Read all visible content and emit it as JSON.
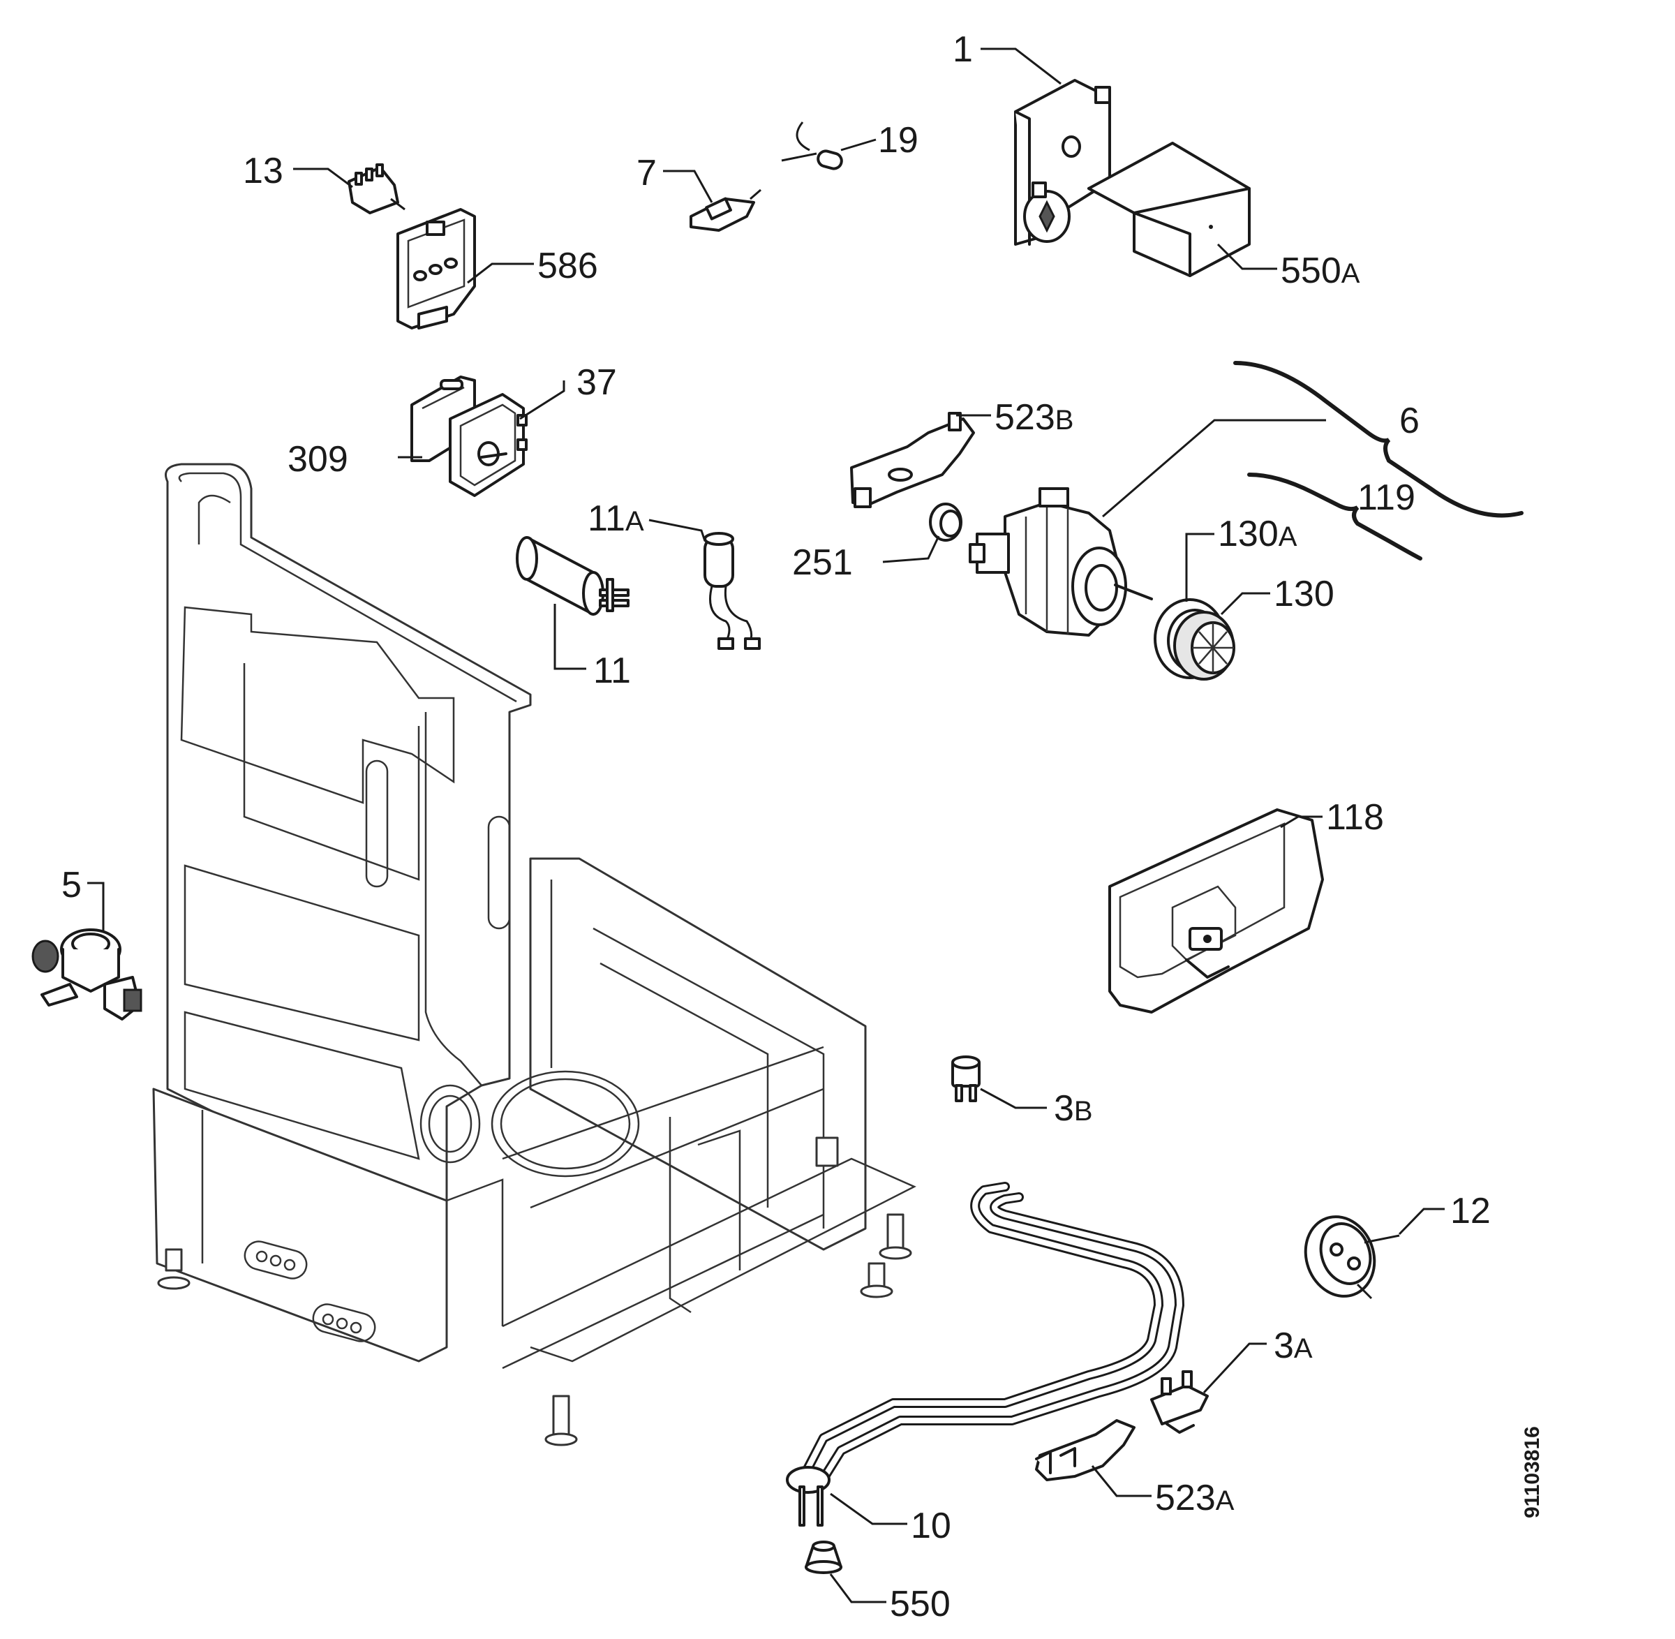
{
  "diagram": {
    "document_number": "91103816",
    "callouts": [
      {
        "id": "1",
        "num": "1",
        "suffix": ""
      },
      {
        "id": "13",
        "num": "13",
        "suffix": ""
      },
      {
        "id": "7",
        "num": "7",
        "suffix": ""
      },
      {
        "id": "19",
        "num": "19",
        "suffix": ""
      },
      {
        "id": "586",
        "num": "586",
        "suffix": ""
      },
      {
        "id": "550a",
        "num": "550",
        "suffix": "A"
      },
      {
        "id": "37",
        "num": "37",
        "suffix": ""
      },
      {
        "id": "309",
        "num": "309",
        "suffix": ""
      },
      {
        "id": "523b",
        "num": "523",
        "suffix": "B"
      },
      {
        "id": "6",
        "num": "6",
        "suffix": ""
      },
      {
        "id": "119",
        "num": "119",
        "suffix": ""
      },
      {
        "id": "11a",
        "num": "11",
        "suffix": "A"
      },
      {
        "id": "130a",
        "num": "130",
        "suffix": "A"
      },
      {
        "id": "251",
        "num": "251",
        "suffix": ""
      },
      {
        "id": "130",
        "num": "130",
        "suffix": ""
      },
      {
        "id": "11",
        "num": "11",
        "suffix": ""
      },
      {
        "id": "118",
        "num": "118",
        "suffix": ""
      },
      {
        "id": "5",
        "num": "5",
        "suffix": ""
      },
      {
        "id": "3b",
        "num": "3",
        "suffix": "B"
      },
      {
        "id": "12",
        "num": "12",
        "suffix": ""
      },
      {
        "id": "3a",
        "num": "3",
        "suffix": "A"
      },
      {
        "id": "523a",
        "num": "523",
        "suffix": "A"
      },
      {
        "id": "10",
        "num": "10",
        "suffix": ""
      },
      {
        "id": "550",
        "num": "550",
        "suffix": ""
      }
    ]
  }
}
